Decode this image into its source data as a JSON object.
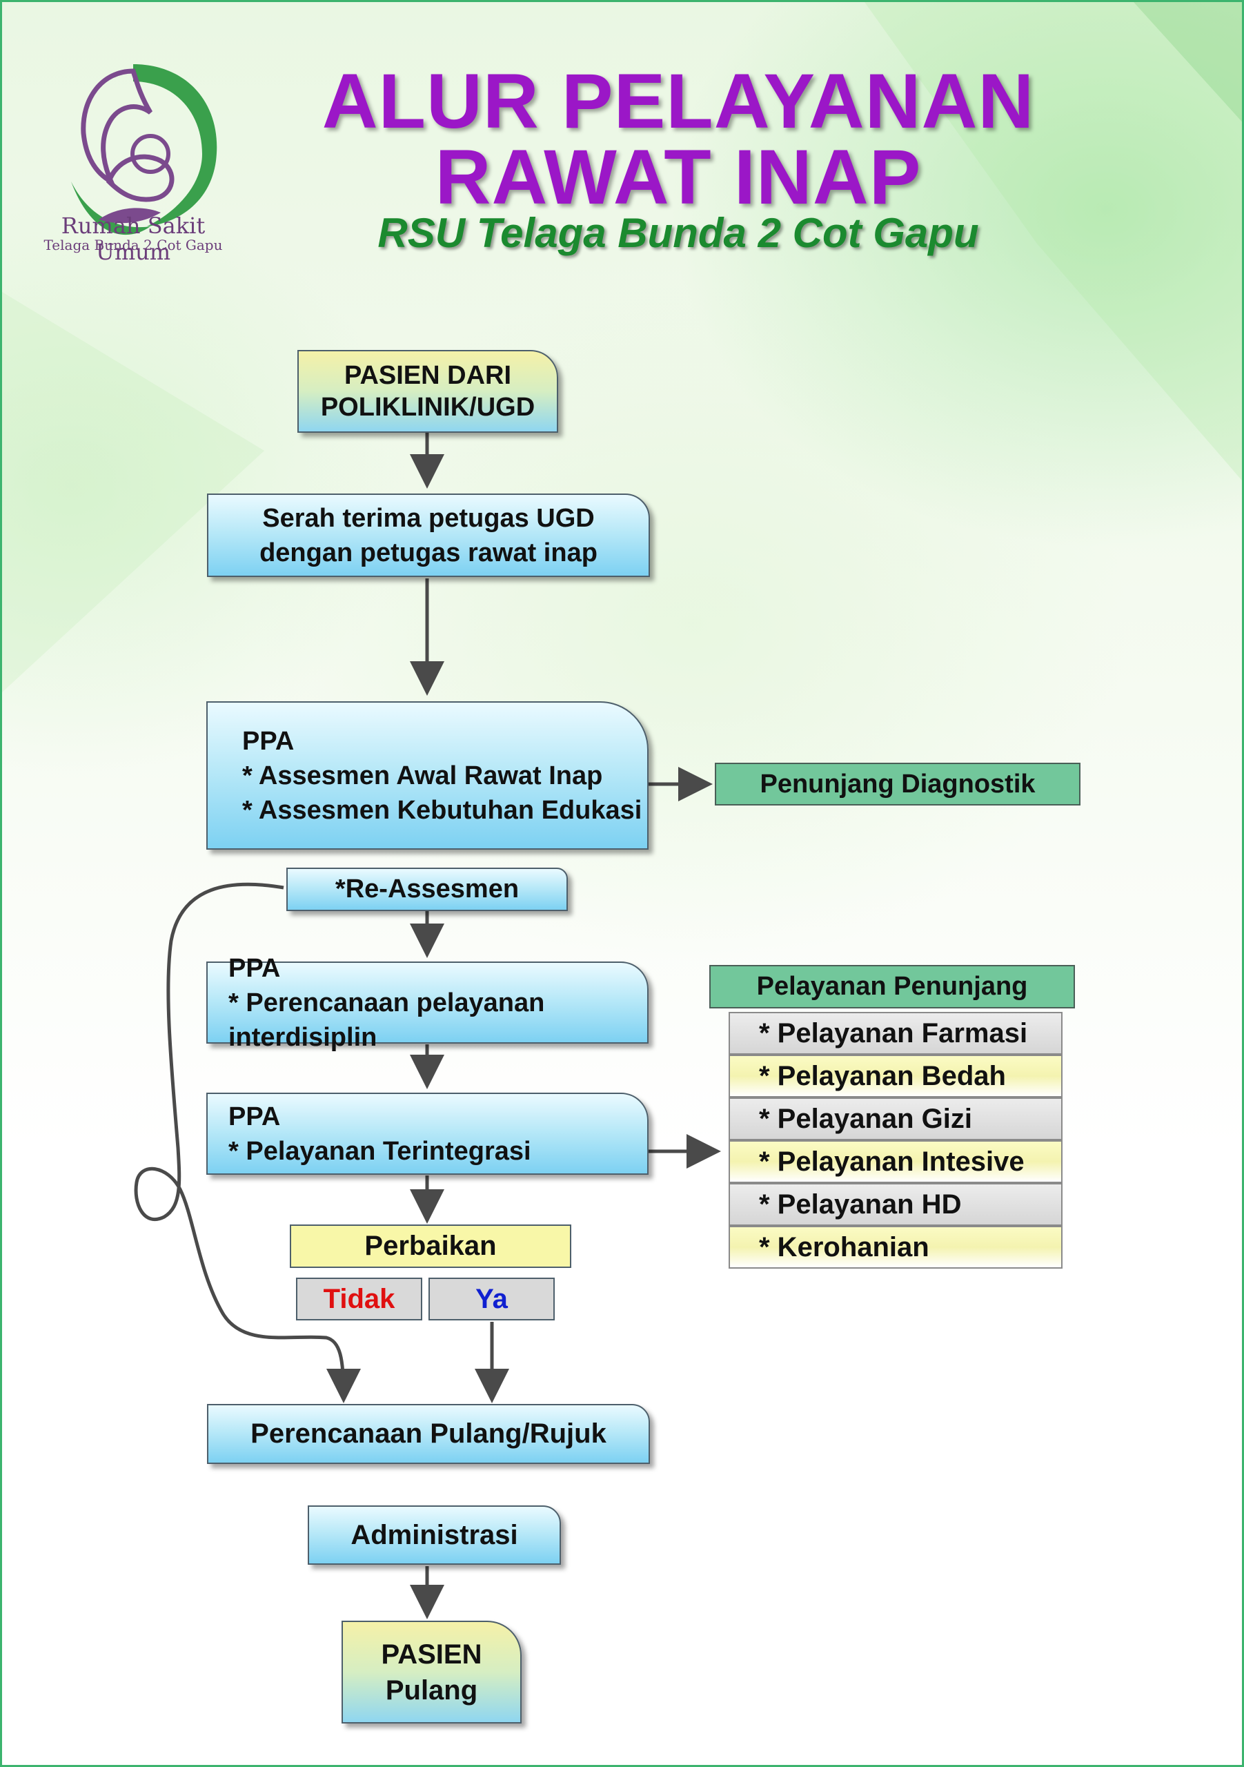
{
  "header": {
    "title_line1": "ALUR PELAYANAN",
    "title_line2": "RAWAT INAP",
    "subtitle": "RSU Telaga Bunda 2 Cot Gapu"
  },
  "logo": {
    "name_line1": "Rumah Sakit Umum",
    "name_line2": "Telaga Bunda 2 Cot Gapu"
  },
  "flow": {
    "start": {
      "line1": "PASIEN DARI",
      "line2": "POLIKLINIK/UGD"
    },
    "handover": {
      "line1": "Serah terima petugas UGD",
      "line2": "dengan petugas rawat inap"
    },
    "assessment": {
      "title": "PPA",
      "item1": "* Assesmen Awal Rawat Inap",
      "item2": "* Assesmen Kebutuhan Edukasi"
    },
    "diagnostic": "Penunjang Diagnostik",
    "reassessment": "*Re-Assesmen",
    "planning": {
      "title": "PPA",
      "item": "* Perencanaan pelayanan interdisiplin"
    },
    "integrated": {
      "title": "PPA",
      "item": "* Pelayanan Terintegrasi"
    },
    "improvement": "Perbaikan",
    "no": "Tidak",
    "yes": "Ya",
    "discharge_plan": "Perencanaan Pulang/Rujuk",
    "administration": "Administrasi",
    "end": {
      "line1": "PASIEN",
      "line2": "Pulang"
    }
  },
  "support": {
    "header": "Pelayanan Penunjang",
    "items": [
      "* Pelayanan Farmasi",
      "* Pelayanan Bedah",
      "* Pelayanan Gizi",
      "* Pelayanan Intesive",
      "* Pelayanan HD",
      "* Kerohanian"
    ]
  },
  "colors": {
    "title": "#9b17c7",
    "subtitle": "#1b8a2f",
    "no_text": "#e01010",
    "yes_text": "#1020d0",
    "green_box": "#72c79b",
    "connector": "#4a4a4a"
  }
}
